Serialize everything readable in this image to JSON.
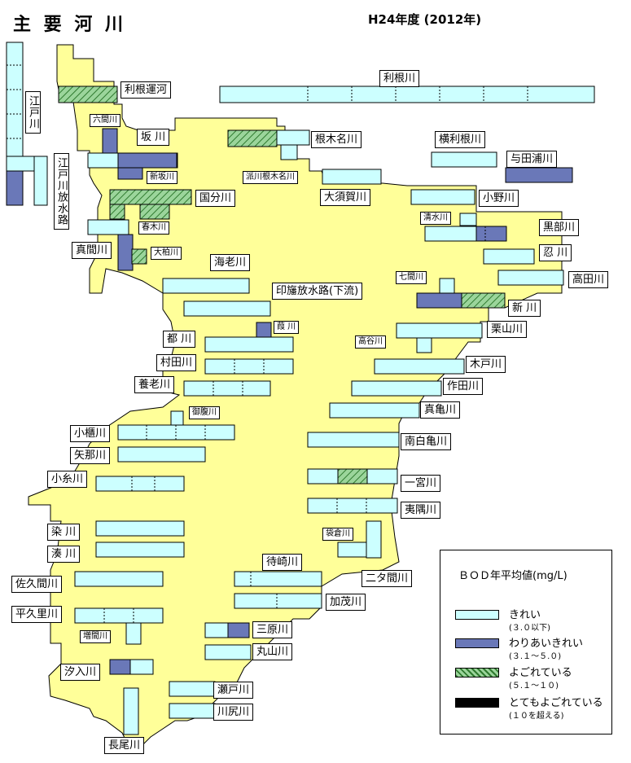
{
  "title": "主 要 河 川",
  "subtitle": "H24年度 (2012年)",
  "colors": {
    "land": "#ffff99",
    "clean": "#ccffff",
    "fair": "#6a78b8",
    "polluted": "#6cb06c",
    "very_polluted": "#000000"
  },
  "legend": {
    "title": "ＢＯＤ年平均値(mg/L)",
    "items": [
      {
        "label": "きれい",
        "range": "(３.０以下)",
        "color": "clean"
      },
      {
        "label": "わりあいきれい",
        "range": "(３.１～５.０)",
        "color": "fair"
      },
      {
        "label": "よごれている",
        "range": "(５.１～１０)",
        "color": "polluted"
      },
      {
        "label": "とてもよごれている",
        "range": "(１０を超える)",
        "color": "very_polluted"
      }
    ]
  },
  "rivers": {
    "tone": "利根川",
    "tone_unga": "利根運河",
    "edo": "江戸川",
    "edo_hosui": "江戸川放水路",
    "rokkenn": "六間川",
    "saka": "坂 川",
    "shinsaka": "新坂川",
    "kokubun": "国分川",
    "haru": "春木川",
    "mama": "真間川",
    "okashiwa": "大柏川",
    "ebi": "海老川",
    "nekina": "根木名川",
    "hakawa_nekina": "派川根木名川",
    "osuka": "大須賀川",
    "yokotone": "横利根川",
    "yota": "与田浦川",
    "ono": "小野川",
    "shimizu": "清水川",
    "kurobe": "黒部川",
    "oshi": "忍 川",
    "takata": "高田川",
    "inba": "印旛放水路(下流)",
    "nanama": "七間川",
    "shin": "新 川",
    "miyako": "都 川",
    "ashi": "葭 川",
    "murata": "村田川",
    "takaya": "高谷川",
    "kuriyama": "栗山川",
    "kido": "木戸川",
    "yoro": "養老川",
    "sakuda": "作田川",
    "ongyo": "御腹川",
    "magame": "真亀川",
    "obitsu": "小櫃川",
    "minamishirakame": "南白亀川",
    "yana": "矢那川",
    "koito": "小糸川",
    "ichinomiya": "一宮川",
    "isumi": "夷隅川",
    "somme": "染 川",
    "minato": "湊 川",
    "fukuro": "袋倉川",
    "machi": "待崎川",
    "nitama": "二タ間川",
    "sakuma": "佐久間川",
    "kamo": "加茂川",
    "heguri": "平久里川",
    "mihara": "三原川",
    "masuma": "増間川",
    "maruyama": "丸山川",
    "shioiri": "汐入川",
    "seto": "瀬戸川",
    "kawajiri": "川尻川",
    "nagao": "長尾川"
  }
}
